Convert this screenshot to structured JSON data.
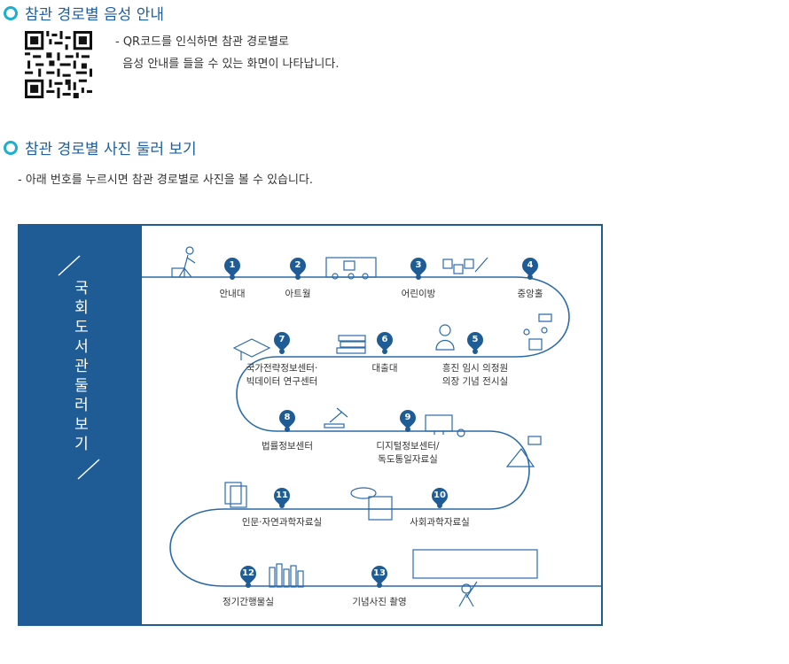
{
  "section1": {
    "title": "참관 경로별 음성 안내",
    "description": "- QR코드를 인식하면 참관 경로별로\n  음성 안내를 들을 수 있는 화면이 나타납니다."
  },
  "section2": {
    "title": "참관 경로별 사진 둘러 보기",
    "description": "- 아래 번호를 누르시면 참관 경로별로 사진을 볼 수 있습니다."
  },
  "map": {
    "side_title": "국회도서관 둘러보기",
    "stops": [
      {
        "num": "1",
        "label": "안내대"
      },
      {
        "num": "2",
        "label": "아트월"
      },
      {
        "num": "3",
        "label": "어린이방"
      },
      {
        "num": "4",
        "label": "중앙홀"
      },
      {
        "num": "5",
        "label": "흥진 임시 의정원\n의장 기념 전시실"
      },
      {
        "num": "6",
        "label": "대출대"
      },
      {
        "num": "7",
        "label": "국가전략정보센터·\n빅데이터 연구센터"
      },
      {
        "num": "8",
        "label": "법률정보센터"
      },
      {
        "num": "9",
        "label": "디지털정보센터/\n독도통일자료실"
      },
      {
        "num": "10",
        "label": "사회과학자료실"
      },
      {
        "num": "11",
        "label": "인문·자연과학자료실"
      },
      {
        "num": "12",
        "label": "정기간행물실"
      },
      {
        "num": "13",
        "label": "기념사진 촬영"
      }
    ]
  }
}
